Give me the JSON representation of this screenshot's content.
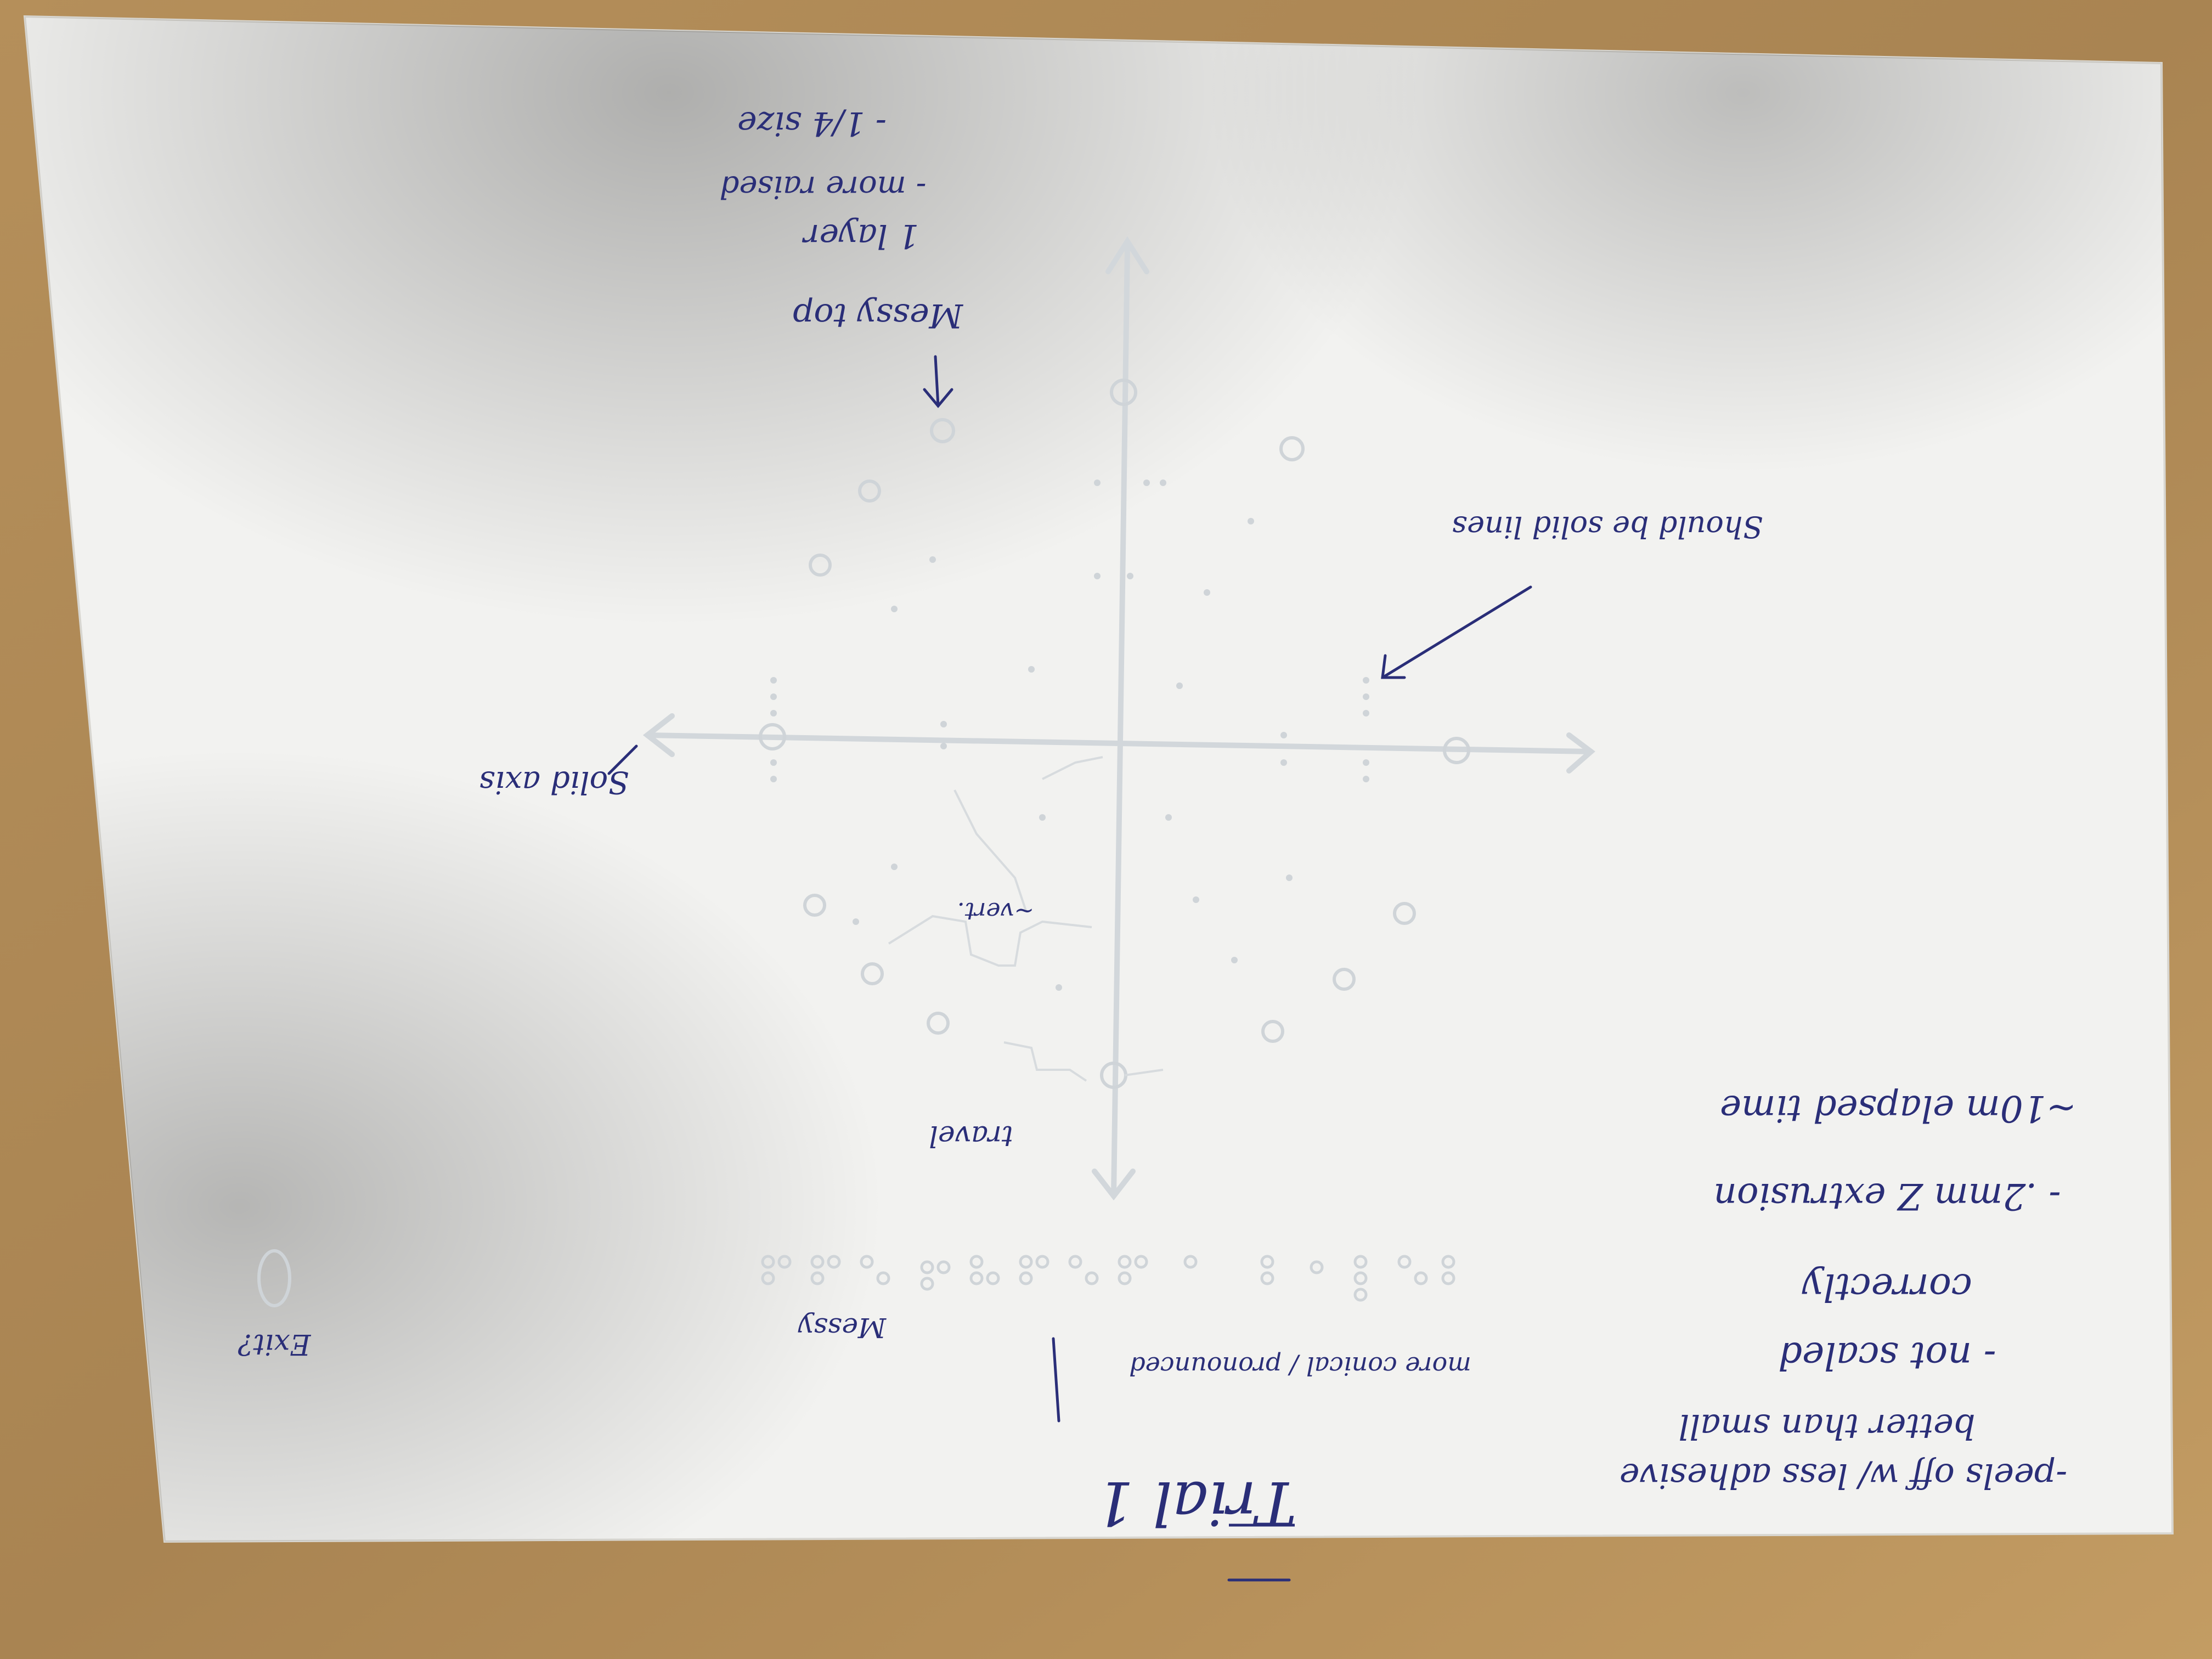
{
  "photo": {
    "desk_color": "#b08a55",
    "paper_color": "#f2f2f0",
    "ink_color": "#2a2e78",
    "print_color": "#d9dde0"
  },
  "notes": {
    "trial_title": "Trial 1",
    "peels_off": "-peels off w/ less adhesive",
    "better_than_small": "better than small",
    "not_scaled": "- not scaled",
    "correctly": "correctly",
    "extrusion": "- .2mm Z extrusion",
    "elapsed_time": "~10m elapsed time",
    "messy_braille": "Messy",
    "conical": "more conical / pronounced",
    "exit": "Exit?",
    "travel": "travel",
    "vert": "~vert.",
    "solid_axis": "Solid axis",
    "should_be_solid": "Should be solid lines",
    "messy_top": "Messy top",
    "one_layer": "1 layer",
    "more_raised": "- more raised",
    "size": "- 1/4 size"
  }
}
